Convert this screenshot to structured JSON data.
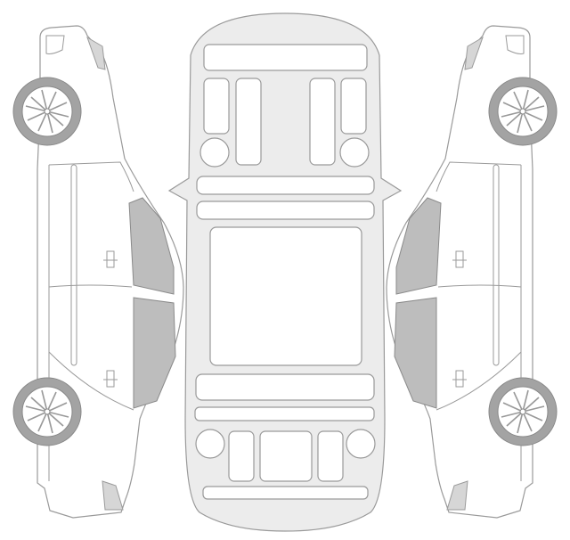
{
  "colors": {
    "background": "#ffffff",
    "body_fill": "#ffffff",
    "top_view_fill": "#ececec",
    "outline": "#9a9a9a",
    "window_fill": "#bdbdbd",
    "tyre": "#a3a3a3"
  },
  "views": [
    {
      "id": "left-side",
      "icon": "car-side-view"
    },
    {
      "id": "top",
      "icon": "car-top-view"
    },
    {
      "id": "right-side",
      "icon": "car-side-view"
    }
  ]
}
